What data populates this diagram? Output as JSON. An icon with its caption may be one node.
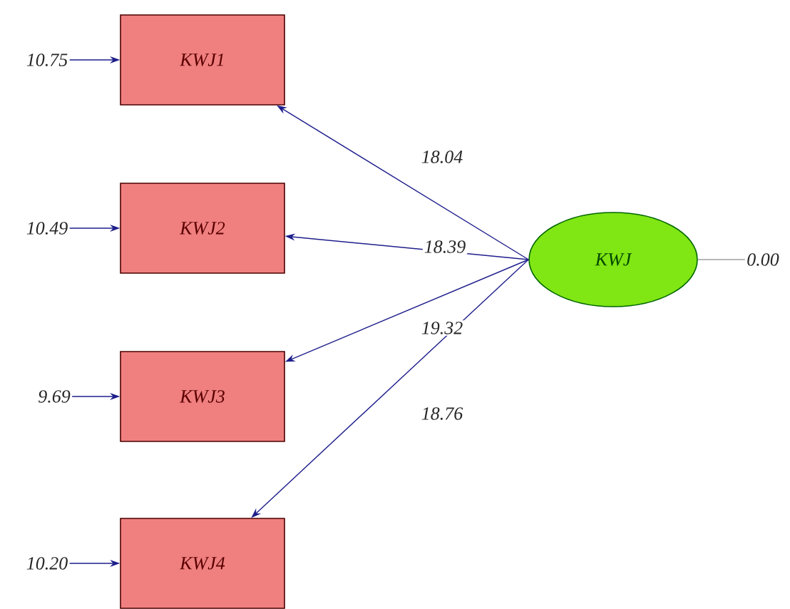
{
  "diagram": {
    "nodes": [
      {
        "text": [
          "10.75"
        ]
      },
      {
        "text": [
          "KWJ1"
        ]
      },
      {
        "text": [
          "10.49"
        ]
      },
      {
        "text": [
          "KWJ2"
        ]
      },
      {
        "text": [
          "9.69"
        ]
      },
      {
        "text": [
          "KWJ3"
        ]
      },
      {
        "text": [
          "10.20"
        ]
      },
      {
        "text": [
          "KWJ4"
        ]
      },
      {
        "text": [
          "KWJ"
        ]
      },
      {
        "text": [
          "0.00"
        ]
      }
    ],
    "edges": [
      {
        "from": 0,
        "to": 1,
        "arrow": "to"
      },
      {
        "from": 2,
        "to": 3,
        "arrow": "to"
      },
      {
        "from": 4,
        "to": 5,
        "arrow": "to"
      },
      {
        "from": 6,
        "to": 7,
        "arrow": "to"
      },
      {
        "from": 8,
        "to": 1,
        "arrow": "to",
        "label": "18.04"
      },
      {
        "from": 8,
        "to": 3,
        "arrow": "to",
        "label": "18.39"
      },
      {
        "from": 8,
        "to": 5,
        "arrow": "to",
        "label": "19.32"
      },
      {
        "from": 8,
        "to": 7,
        "arrow": "to",
        "label": "18.76"
      },
      {
        "from": 8,
        "to": 9,
        "arrow": "none",
        "color": "#a0a0a0"
      }
    ]
  }
}
